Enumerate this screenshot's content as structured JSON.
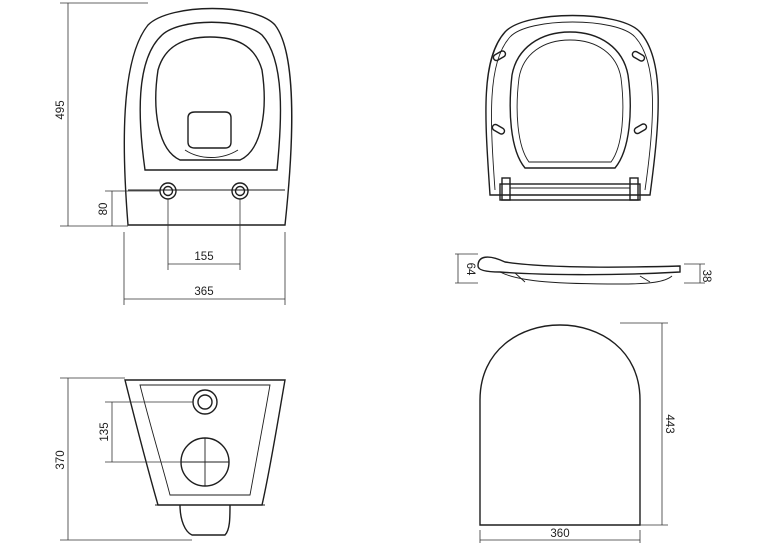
{
  "dimensions": {
    "front_height": "495",
    "front_pipe_height": "80",
    "front_pipe_spacing": "155",
    "front_width": "365",
    "seat_side_height": "64",
    "seat_side_lid": "38",
    "side_pipe_offset": "135",
    "side_depth": "370",
    "lid_height": "443",
    "lid_width": "360"
  },
  "colors": {
    "line": "#1e1e1e",
    "background": "#ffffff"
  }
}
